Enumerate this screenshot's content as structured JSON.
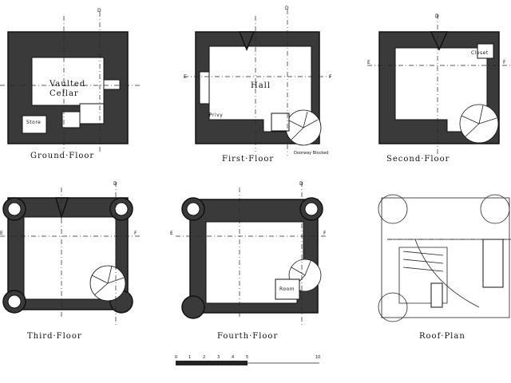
{
  "plans": {
    "ground": {
      "title": "Ground·Floor",
      "room_vaulted": "Vaulted",
      "room_cellar": "Cellar",
      "store": "Store",
      "marker": "D"
    },
    "first": {
      "title": "First·Floor",
      "hall": "Hall",
      "privy": "Privy",
      "doorway": "Doorway Blocked",
      "marker": "D",
      "e": "E",
      "f": "F"
    },
    "second": {
      "title": "Second·Floor",
      "closet": "Closet",
      "marker": "D",
      "e": "E",
      "f": "F"
    },
    "third": {
      "title": "Third·Floor",
      "marker": "D",
      "e": "E",
      "f": "F"
    },
    "fourth": {
      "title": "Fourth·Floor",
      "room": "Room",
      "marker": "D",
      "e": "E",
      "f": "F"
    },
    "roof": {
      "title": "Roof·Plan"
    }
  },
  "scale": {
    "ticks": [
      "0",
      "1",
      "2",
      "3",
      "4",
      "5",
      "10"
    ]
  }
}
